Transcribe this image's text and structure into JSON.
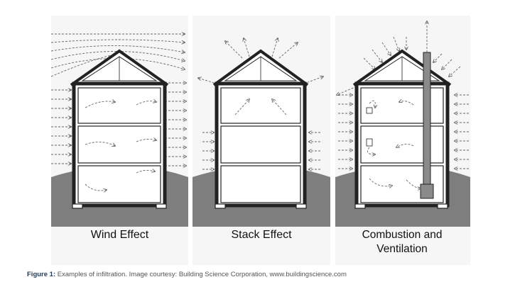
{
  "panels": [
    {
      "title": "Wind Effect"
    },
    {
      "title": "Stack Effect"
    },
    {
      "title": "Combustion and Ventilation"
    }
  ],
  "caption": {
    "label": "Figure 1:",
    "text": " Examples of infiltration. Image courtesy: Building Science Corporation, www.buildingscience.com"
  },
  "colors": {
    "panel_bg": "#f7f7f7",
    "ground": "#7e7e7e",
    "wall": "#ffffff",
    "wall_stroke": "#222222",
    "arrow": "#666666",
    "caption_label": "#1f3a5a"
  }
}
